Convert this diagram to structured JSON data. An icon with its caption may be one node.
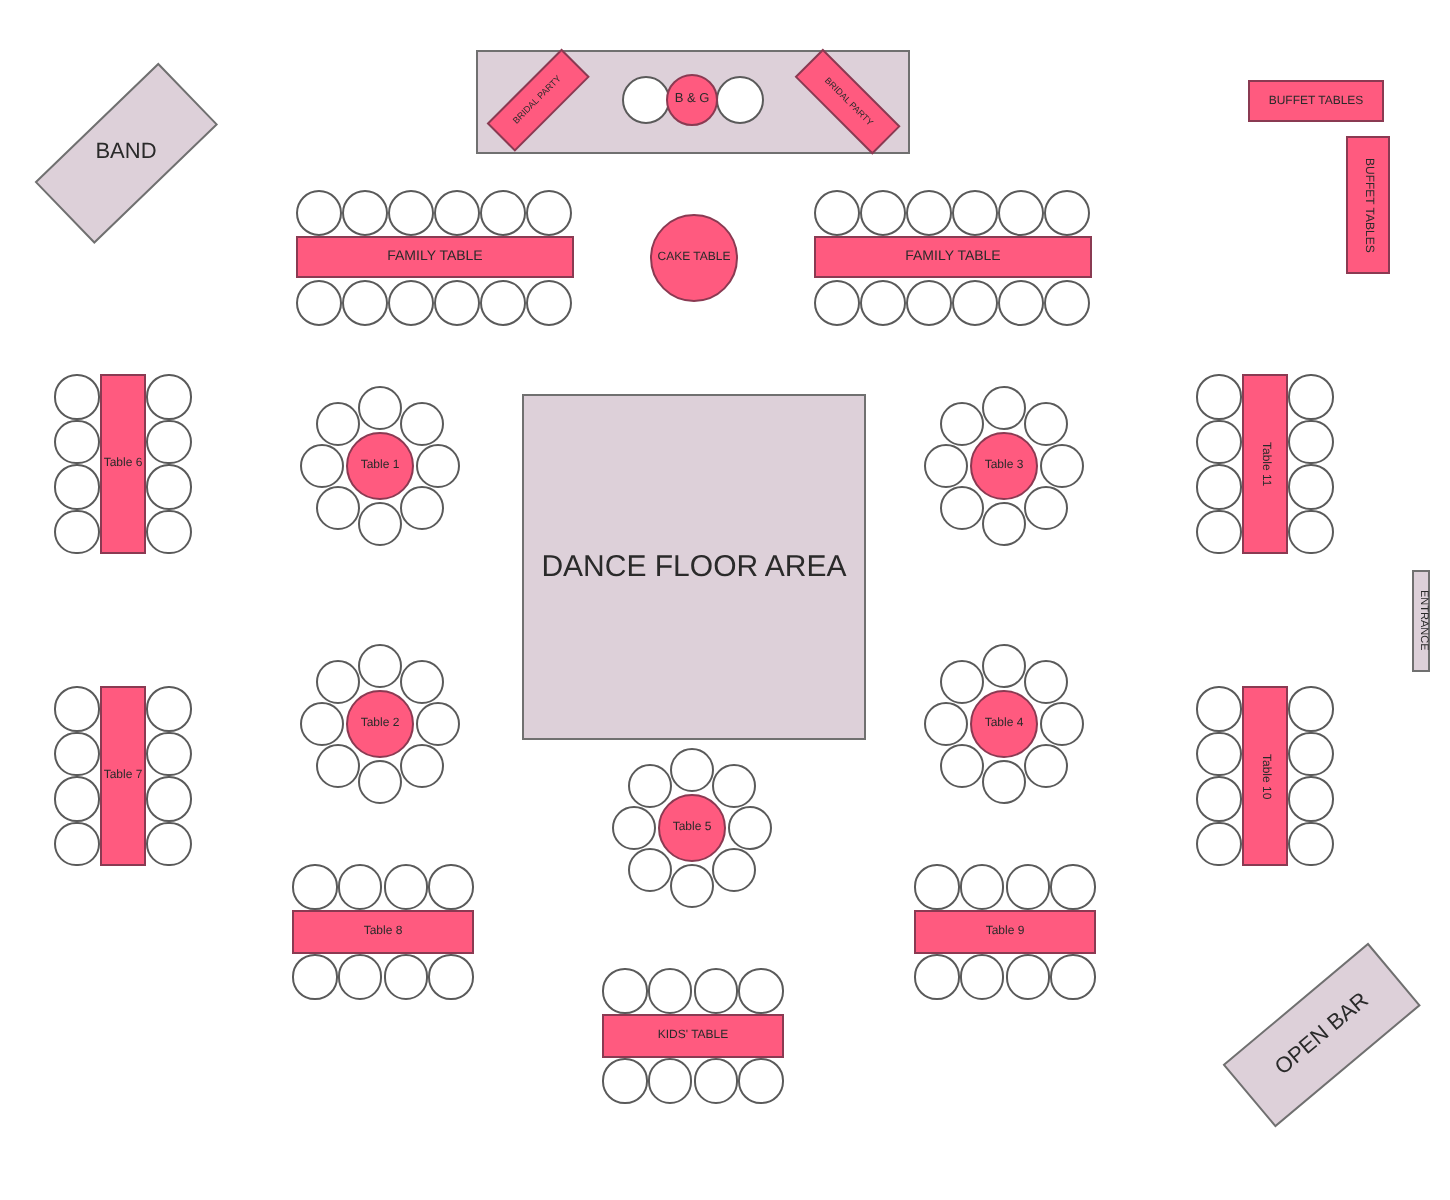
{
  "diagram": {
    "nodes": [
      {
        "text": [
          "BAND"
        ]
      },
      {
        "text": [],
        "shape": "box"
      },
      {
        "text": [
          "BRIDAL PARTY"
        ],
        "in": 1
      },
      {
        "text": [
          "B & G"
        ],
        "in": 1
      },
      {
        "text": [
          "BRIDAL PARTY"
        ],
        "in": 1
      },
      {
        "text": [
          "BUFFET TABLES"
        ]
      },
      {
        "text": [
          "BUFFET TABLES"
        ]
      },
      {
        "text": [
          "FAMILY TABLE"
        ]
      },
      {
        "text": [
          "CAKE TABLE"
        ]
      },
      {
        "text": [
          "FAMILY TABLE"
        ]
      },
      {
        "text": [
          "Table 6"
        ]
      },
      {
        "text": [
          "Table 1"
        ]
      },
      {
        "text": [
          "DANCE FLOOR AREA"
        ]
      },
      {
        "text": [
          "Table 3"
        ]
      },
      {
        "text": [
          "Table 11"
        ]
      },
      {
        "text": [
          "ENTRANCE"
        ]
      },
      {
        "text": [
          "Table 7"
        ]
      },
      {
        "text": [
          "Table 2"
        ]
      },
      {
        "text": [
          "Table 4"
        ]
      },
      {
        "text": [
          "Table 10"
        ]
      },
      {
        "text": [
          "Table 5"
        ]
      },
      {
        "text": [
          "Table 8"
        ]
      },
      {
        "text": [
          "Table 9"
        ]
      },
      {
        "text": [
          "KIDS' TABLE"
        ]
      },
      {
        "text": [
          "OPEN BAR"
        ]
      }
    ]
  }
}
